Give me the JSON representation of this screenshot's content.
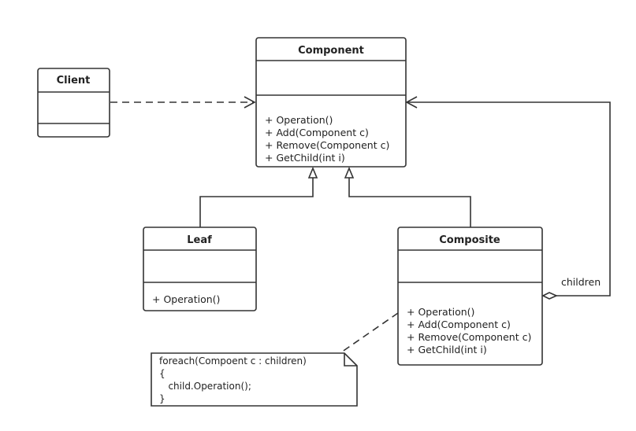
{
  "classes": {
    "client": {
      "name": "Client",
      "methods": []
    },
    "component": {
      "name": "Component",
      "methods": [
        "+ Operation()",
        "+ Add(Component c)",
        "+ Remove(Component c)",
        "+ GetChild(int i)"
      ]
    },
    "leaf": {
      "name": "Leaf",
      "methods": [
        "+ Operation()"
      ]
    },
    "composite": {
      "name": "Composite",
      "methods": [
        "+ Operation()",
        "+ Add(Component c)",
        "+ Remove(Component c)",
        "+ GetChild(int i)"
      ]
    }
  },
  "note": {
    "lines": [
      "foreach(Compoent c : children)",
      "{",
      "   child.Operation();",
      "}"
    ]
  },
  "aggregation_label": "children",
  "colors": {
    "stroke": "#333333",
    "background": "#ffffff"
  }
}
